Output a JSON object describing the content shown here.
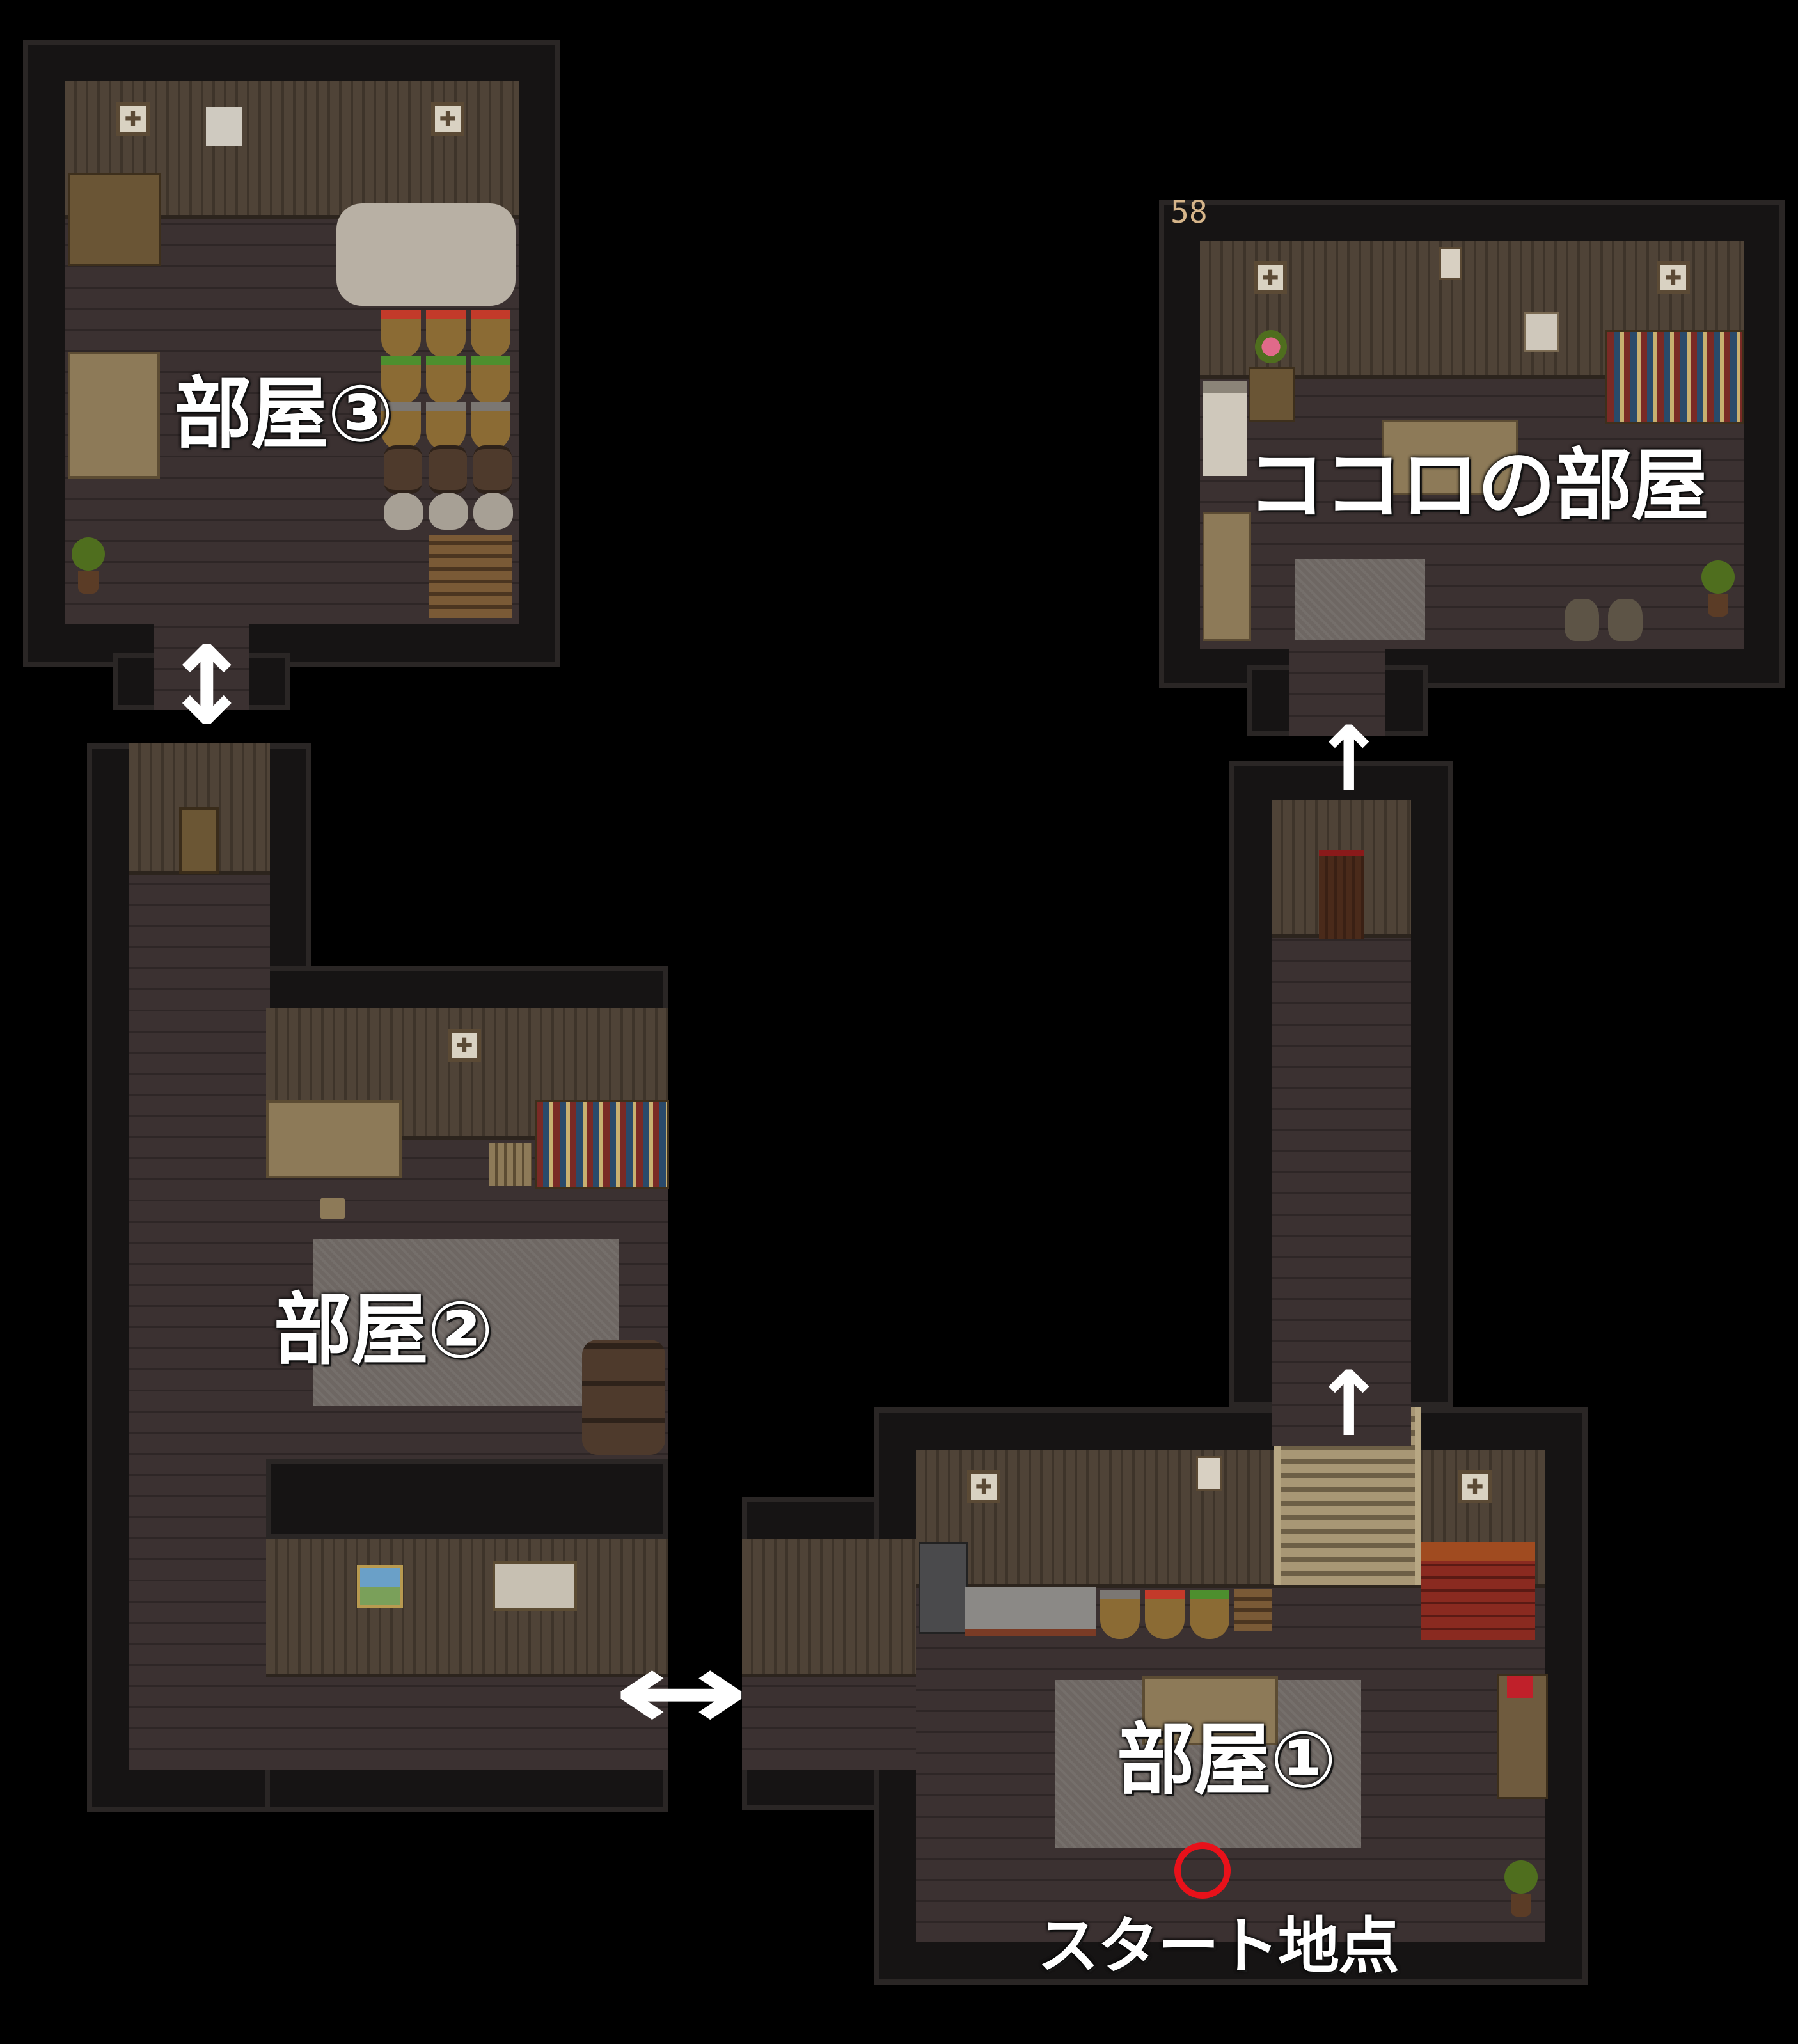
{
  "map": {
    "rooms": {
      "room1": "部屋①",
      "room2": "部屋②",
      "room3": "部屋③",
      "kokoro_room": "ココロの部屋"
    },
    "start_label": "スタート地点",
    "corner_counter": "58",
    "arrows": {
      "room3_room2": "↕",
      "room2_room1": "↔",
      "corridor_kokoro": "↑",
      "stairs_up": "↑"
    },
    "start_marker_color": "#e8111a",
    "background_color": "#000000"
  }
}
